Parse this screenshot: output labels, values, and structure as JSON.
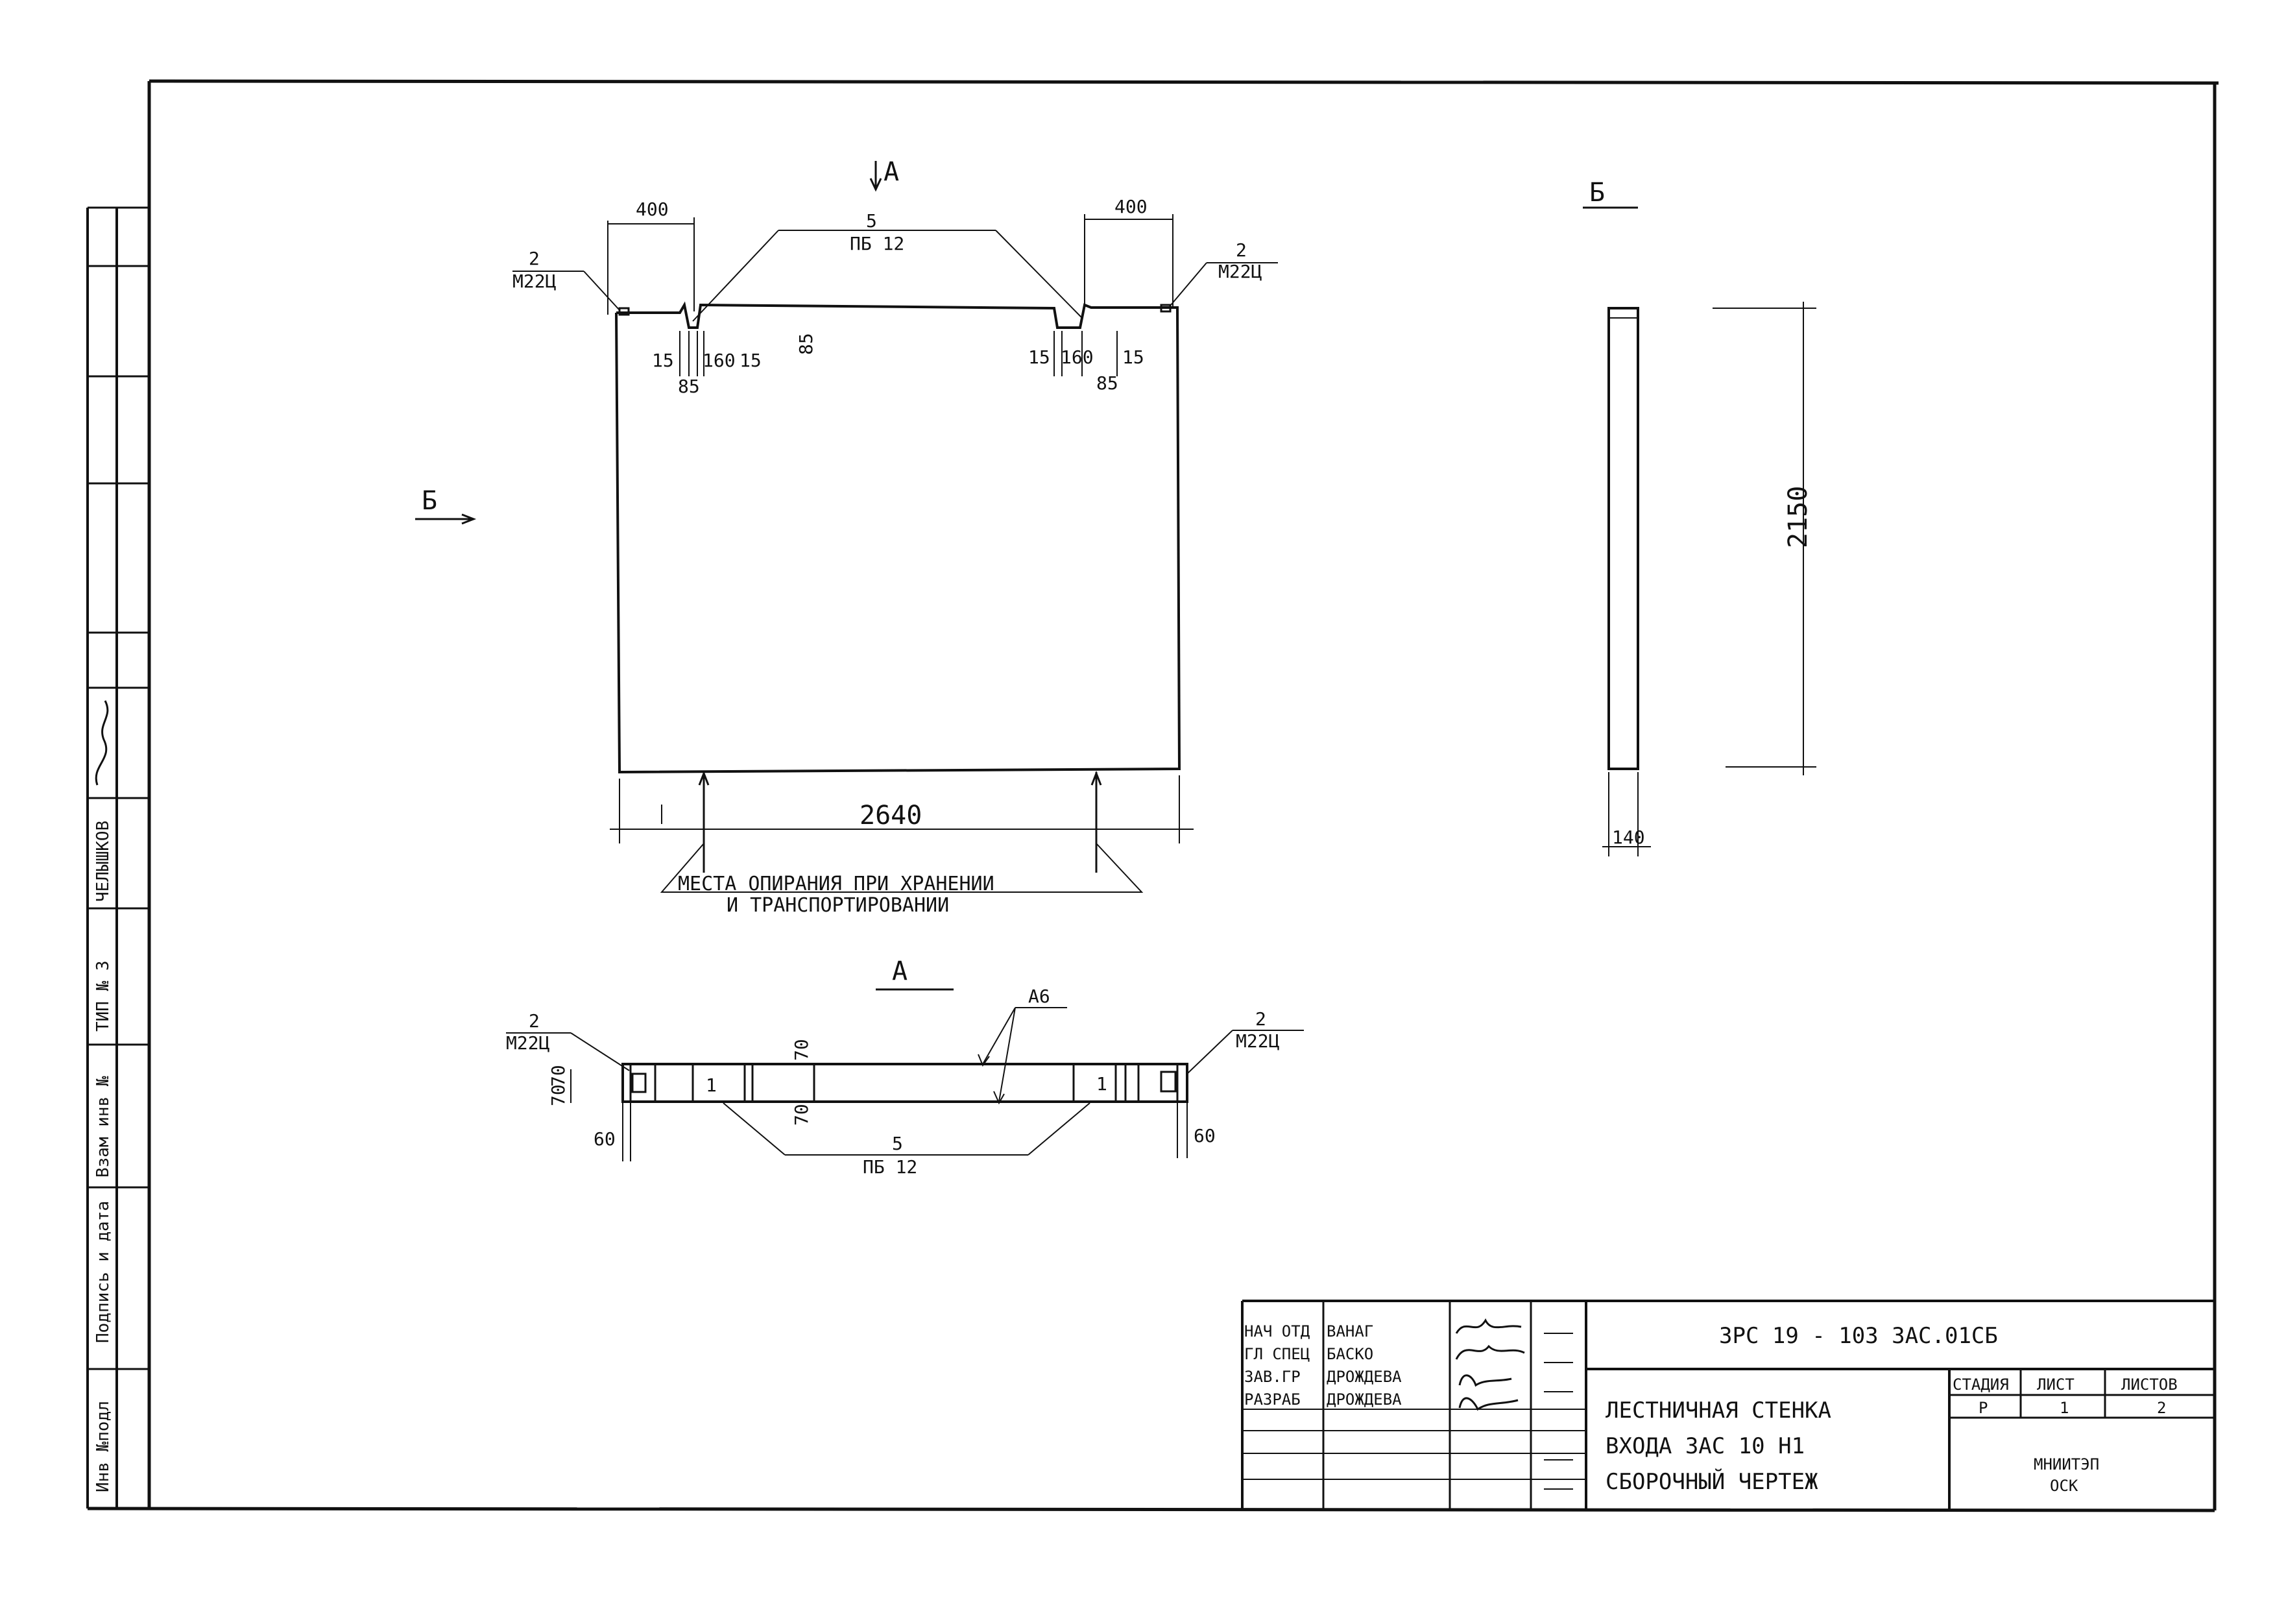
{
  "views": {
    "arrow_a_top": "A",
    "arrow_b_left": "Б",
    "section_b_title": "Б",
    "section_a_title": "А"
  },
  "front_view": {
    "dim_left_400": "400",
    "dim_right_400": "400",
    "callout_top_num": "5",
    "callout_top_name": "ПБ 12",
    "callout_left_num": "2",
    "callout_left_name": "М22Ц",
    "callout_right_num": "2",
    "callout_right_name": "М22Ц",
    "notch_left_15a": "15",
    "notch_left_160": "160",
    "notch_left_15b": "15",
    "notch_left_85": "85",
    "notch_right_15a": "15",
    "notch_right_160": "160",
    "notch_right_15b": "15",
    "notch_right_85": "85",
    "notch_depth_85": "85",
    "width_2640": "2640",
    "support_note_line1": "МЕСТА ОПИРАНИЯ ПРИ ХРАНЕНИИ",
    "support_note_line2": "И ТРАНСПОРТИРОВАНИИ"
  },
  "side_view": {
    "height_2150": "2150",
    "thickness_140": "140"
  },
  "plan_view": {
    "callout_left_num": "2",
    "callout_left_name": "М22Ц",
    "callout_right_num": "2",
    "callout_right_name": "М22Ц",
    "callout_a6": "А6",
    "callout_bottom_num": "5",
    "callout_bottom_name": "ПБ 12",
    "dim_70a": "70",
    "dim_70b": "70",
    "dim_70c": "70",
    "dim_70d": "70",
    "dim_60_left": "60",
    "dim_60_right": "60",
    "pos_left": "1",
    "pos_right": "1"
  },
  "side_stamp": {
    "col_inv_podl": "Инв №подл",
    "col_podp": "Подпись и дата",
    "col_vzam": "Взам инв №",
    "col_tip": "ТИП № 3",
    "col_name": "ЧЕЛЫШКОВ"
  },
  "title_block": {
    "code": "3РС 19 - 103    3АС.01СБ",
    "role_1": "НАЧ ОТД",
    "role_2": "ГЛ СПЕЦ",
    "role_3": "ЗАВ.ГР",
    "role_4": "РАЗРАБ",
    "name_1": "ВАНАГ",
    "name_2": "БАСКО",
    "name_3": "ДРОЖДЕВА",
    "name_4": "ДРОЖДЕВА",
    "title_line1": "ЛЕСТНИЧНАЯ  СТЕНКА",
    "title_line2": "ВХОДА    3АС 10 Н1",
    "title_line3": "СБОРОЧНЫЙ  ЧЕРТЕЖ",
    "stage_header": "СТАДИЯ",
    "sheet_header": "ЛИСТ",
    "sheets_header": "ЛИСТОВ",
    "stage_value": "Р",
    "sheet_value": "1",
    "sheets_value": "2",
    "org_line1": "МНИИТЭП",
    "org_line2": "ОСК"
  }
}
